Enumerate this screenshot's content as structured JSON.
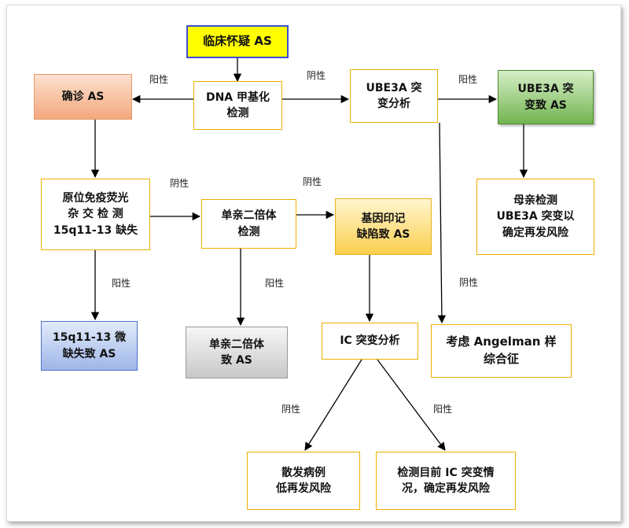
{
  "nodes": {
    "suspect": "临床怀疑 AS",
    "confirm": "确诊 AS",
    "dna": "DNA 甲基化\n检测",
    "ube_anal": "UBE3A 突\n变分析",
    "ube_as": "UBE3A 突\n变致 AS",
    "fish": "原位免疫荧光\n杂 交 检 测\n15q11-13 缺失",
    "upd": "单亲二倍体\n检测",
    "imprint": "基因印记\n缺陷致 AS",
    "mother": "母亲检测\nUBE3A 突变以\n确定再发风险",
    "micro": "15q11-13 微\n缺失致 AS",
    "upd_as": "单亲二倍体\n致 AS",
    "ic": "IC 突变分析",
    "angelman": "考虑 Angelman 样\n综合征",
    "sporadic": "散发病例\n低再发风险",
    "ic_detect": "检测目前 IC 突变情\n况，确定再发风险"
  },
  "labels": {
    "pos": "阳性",
    "neg": "阴性"
  },
  "colors": {
    "suspect_fill": "#ffff00",
    "suspect_border": "#3b4fd4",
    "node_border": "#f0b000",
    "arrow": "#000000"
  }
}
